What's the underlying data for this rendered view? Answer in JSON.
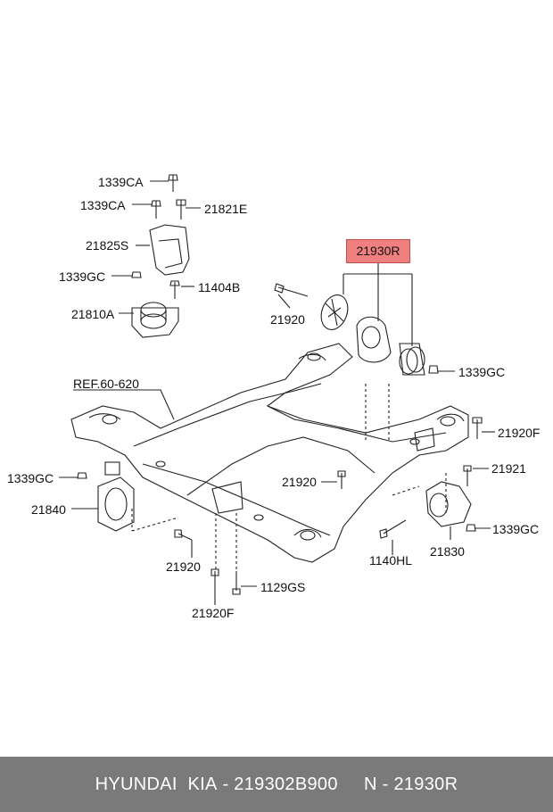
{
  "diagram": {
    "ref_label": "REF.60-620",
    "highlighted_part": "21930R",
    "labels": {
      "l_1339CA_a": "1339CA",
      "l_1339CA_b": "1339CA",
      "l_21821E": "21821E",
      "l_21825S": "21825S",
      "l_1339GC_a": "1339GC",
      "l_11404B": "11404B",
      "l_21810A": "21810A",
      "l_21920_a": "21920",
      "l_1339GC_b": "1339GC",
      "l_21920F_a": "21920F",
      "l_21920_b": "21920",
      "l_21921": "21921",
      "l_1339GC_c": "1339GC",
      "l_21840": "21840",
      "l_21920_c": "21920",
      "l_1129GS": "1129GS",
      "l_21920F_b": "21920F",
      "l_1140HL": "1140HL",
      "l_21830": "21830",
      "l_1339GC_d": "1339GC"
    }
  },
  "footer": {
    "brand": "HYUNDAI  KIA",
    "part_number": " - 219302B900",
    "separator": "     ",
    "code": "N - 21930R"
  },
  "colors": {
    "highlight": "#f08080",
    "footer_bg": "#7a7a7a",
    "line": "#222222"
  }
}
